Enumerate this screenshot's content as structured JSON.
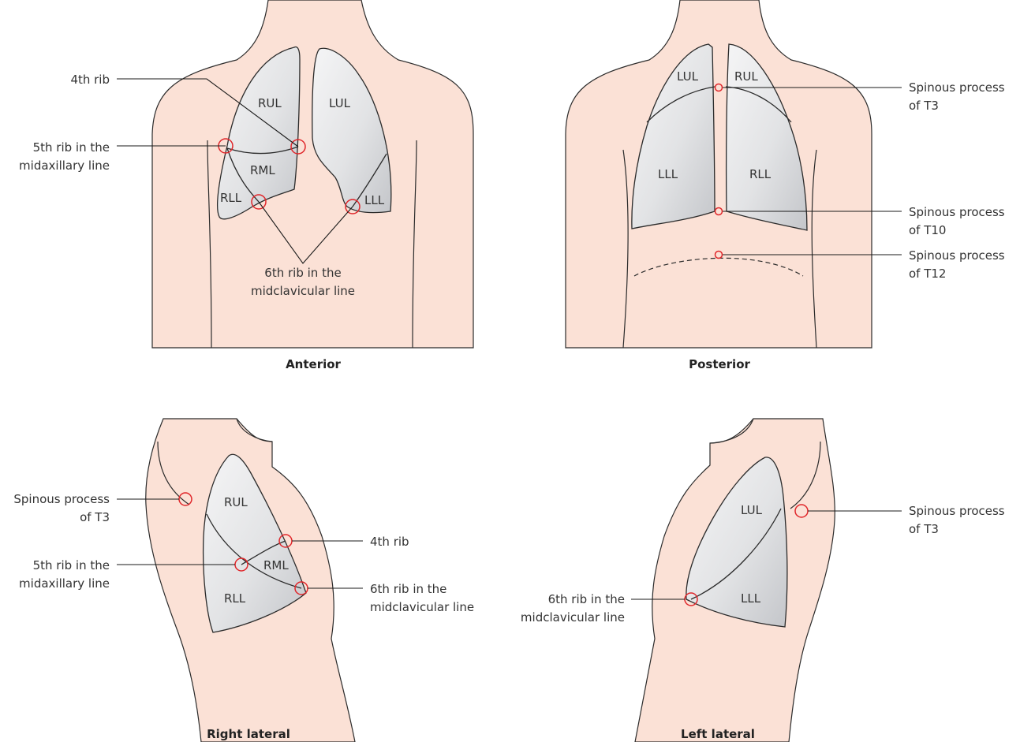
{
  "colors": {
    "skin": "#fbe1d6",
    "lung_light": "#f4f4f5",
    "lung_dark": "#c4c6ca",
    "marker": "#e0262a",
    "outline": "#2b2b2b"
  },
  "anterior": {
    "caption": "Anterior",
    "lobes": {
      "rul": "RUL",
      "luL": "LUL",
      "rml": "RML",
      "rll": "RLL",
      "lll": "LLL"
    },
    "labels": {
      "rib4": "4th rib",
      "rib5_line1": "5th rib in the",
      "rib5_line2": "midaxillary line",
      "rib6_line1": "6th rib in the",
      "rib6_line2": "midclavicular line"
    }
  },
  "posterior": {
    "caption": "Posterior",
    "lobes": {
      "lul": "LUL",
      "rul": "RUL",
      "lll": "LLL",
      "rll": "RLL"
    },
    "labels": {
      "t3_line1": "Spinous process",
      "t3_line2": "of T3",
      "t10_line1": "Spinous process",
      "t10_line2": "of T10",
      "t12_line1": "Spinous process",
      "t12_line2": "of T12"
    }
  },
  "right_lateral": {
    "caption": "Right lateral",
    "lobes": {
      "rul": "RUL",
      "rml": "RML",
      "rll": "RLL"
    },
    "labels": {
      "t3_line1": "Spinous process",
      "t3_line2": "of T3",
      "rib4": "4th rib",
      "rib5_line1": "5th rib in the",
      "rib5_line2": "midaxillary line",
      "rib6_line1": "6th rib in the",
      "rib6_line2": "midclavicular line"
    }
  },
  "left_lateral": {
    "caption": "Left lateral",
    "lobes": {
      "lul": "LUL",
      "lll": "LLL"
    },
    "labels": {
      "t3_line1": "Spinous process",
      "t3_line2": "of T3",
      "rib6_line1": "6th rib in the",
      "rib6_line2": "midclavicular line"
    }
  }
}
